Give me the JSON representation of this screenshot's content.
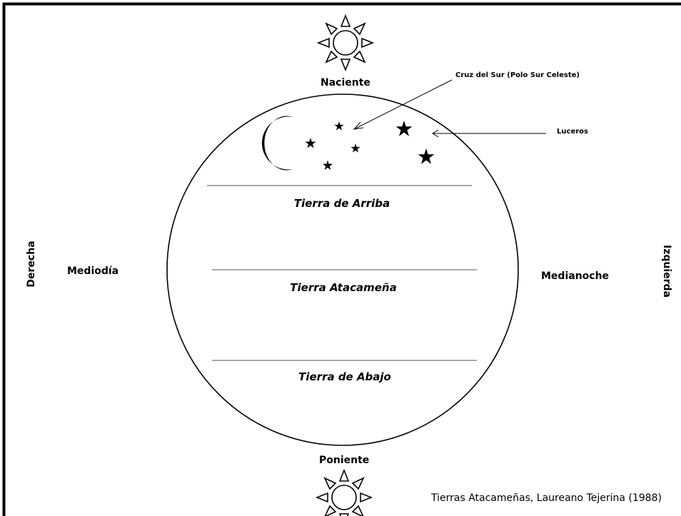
{
  "labels": {
    "top": "Naciente",
    "bottom": "Poniente",
    "left_side": "Derecha",
    "right_side": "Izquierda",
    "left_inner": "Mediodía",
    "right_inner": "Medianoche",
    "southern_cross": "Cruz del Sur (Polo Sur Celeste)",
    "morning_stars": "Luceros"
  },
  "bands": {
    "upper": "Tierra de Arriba",
    "middle": "Tierra Atacameña",
    "lower": "Tierra de Abajo"
  },
  "caption": "Tierras Atacameñas, Laureano Tejerina (1988)",
  "icons": [
    "sun-icon",
    "moon-icon",
    "star-icon"
  ],
  "colors": {
    "ink": "#000000",
    "rule": "#777777",
    "background": "#ffffff"
  }
}
